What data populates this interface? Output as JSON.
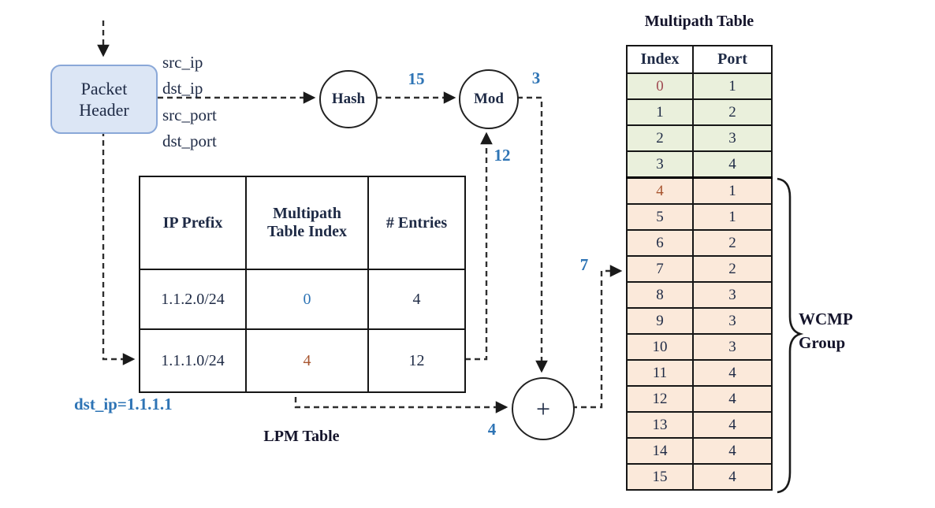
{
  "colors": {
    "blue-label": "#2e74b5",
    "dark-text": "#1e2a45",
    "red-0": "#a04a52",
    "red-4": "#a8552f",
    "green-row": "#eaf0dc",
    "peach-row": "#fbe9da",
    "box-fill": "#dce6f5",
    "box-border": "#8aa8d8"
  },
  "packet_header": {
    "label": "Packet Header"
  },
  "fields": [
    "src_ip",
    "dst_ip",
    "src_port",
    "dst_port"
  ],
  "nodes": {
    "hash": "Hash",
    "mod": "Mod",
    "plus": "+"
  },
  "edge_labels": {
    "hash_output": "15",
    "mod_output": "3",
    "num_entries": "12",
    "base_index": "4",
    "final_index": "7"
  },
  "dst_ip_annotation": "dst_ip=1.1.1.1",
  "lpm_table": {
    "caption": "LPM Table",
    "headers": [
      "IP Prefix",
      "Multipath Table Index",
      "# Entries"
    ],
    "rows": [
      [
        "1.1.2.0/24",
        "0",
        "4"
      ],
      [
        "1.1.1.0/24",
        "4",
        "12"
      ]
    ]
  },
  "multipath_table": {
    "caption": "Multipath Table",
    "headers": [
      "Index",
      "Port"
    ],
    "rows": [
      [
        "0",
        "1"
      ],
      [
        "1",
        "2"
      ],
      [
        "2",
        "3"
      ],
      [
        "3",
        "4"
      ],
      [
        "4",
        "1"
      ],
      [
        "5",
        "1"
      ],
      [
        "6",
        "2"
      ],
      [
        "7",
        "2"
      ],
      [
        "8",
        "3"
      ],
      [
        "9",
        "3"
      ],
      [
        "10",
        "3"
      ],
      [
        "11",
        "4"
      ],
      [
        "12",
        "4"
      ],
      [
        "13",
        "4"
      ],
      [
        "14",
        "4"
      ],
      [
        "15",
        "4"
      ]
    ]
  },
  "wcmp_group": {
    "label": "WCMP Group"
  }
}
